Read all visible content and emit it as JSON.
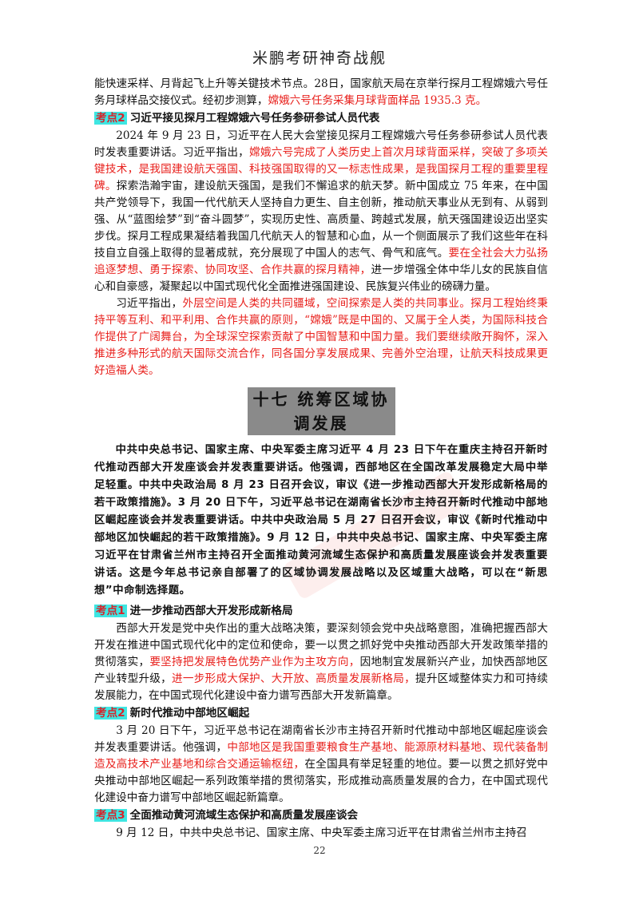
{
  "header": {
    "title": "米鹏考研神奇战舰"
  },
  "p_intro": {
    "t1": "能快速采样、月背起飞上升等关键技术节点。28日，国家航天局在京举行探月工程嫦娥六号任务月球样品交接仪式。经初步测算，",
    "r1": "嫦娥六号任务采集月球背面样品 1935.3 克。"
  },
  "kp_a": {
    "tag": "考点2",
    "title": "习近平接见探月工程嫦娥六号任务参研参试人员代表"
  },
  "p_a1": {
    "t1": "2024 年 9 月 23 日，习近平在人民大会堂接见探月工程嫦娥六号任务参研参试人员代表时发表重要讲话。习近平指出，",
    "r1": "嫦娥六号完成了人类历史上首次月球背面采样，突破了多项关键技术，是我国建设航天强国、科技强国取得的又一标志性成果，是我国探月工程的重要里程碑。",
    "t2": "探索浩瀚宇宙，建设航天强国，是我们不懈追求的航天梦。新中国成立 75 年来，在中国共产党领导下，我国一代代航天人坚持自力更生、自主创新，推动航天事业从无到有、从弱到强、从“蓝图绘梦”到“奋斗圆梦”，实现历史性、高质量、跨越式发展，航天强国建设迈出坚实步伐。探月工程成果凝结着我国几代航天人的智慧和心血，从一个侧面展示了我们这些年在科技自立自强上取得的显著成就，充分展现了中国人的志气、骨气和底气。",
    "r2": "要在全社会大力弘扬追逐梦想、勇于探索、协同攻坚、合作共赢的探月精神，",
    "t3": "进一步增强全体中华儿女的民族自信心和自豪感，凝聚起以中国式现代化全面推进强国建设、民族复兴伟业的磅礴力量。"
  },
  "p_a2": {
    "t1": "习近平指出，",
    "r1": "外层空间是人类的共同疆域，空间探索是人类的共同事业。探月工程始终秉持平等互利、和平利用、合作共赢的原则，“嫦娥”既是中国的、又属于全人类，为国际科技合作提供了广阔舞台，为全球深空探索贡献了中国智慧和中国力量。我们要继续敞开胸怀，深入推进多种形式的航天国际交流合作，同各国分享发展成果、完善外空治理，让航天科技成果更好造福人类。"
  },
  "section": {
    "heading": "十七 统筹区域协调发展"
  },
  "lead": "中共中央总书记、国家主席、中央军委主席习近平 4 月 23 日下午在重庆主持召开新时代推动西部大开发座谈会并发表重要讲话。他强调，西部地区在全国改革发展稳定大局中举足轻重。中共中央政治局 8 月 23 日召开会议，审议《进一步推动西部大开发形成新格局的若干政策措施》。3 月 20 日下午，习近平总书记在湖南省长沙市主持召开新时代推动中部地区崛起座谈会并发表重要讲话。中共中央政治局 5 月 27 日召开会议，审议《新时代推动中部地区加快崛起的若干政策措施》。9 月 12 日，中共中央总书记、国家主席、中央军委主席习近平在甘肃省兰州市主持召开全面推动黄河流域生态保护和高质量发展座谈会并发表重要讲话。这是今年总书记亲自部署了的区域协调发展战略以及区域重大战略，可以在“新思想”中命制选择题。",
  "kp_b": {
    "tag": "考点1",
    "title": "进一步推动西部大开发形成新格局"
  },
  "p_b": {
    "t1": "西部大开发是党中央作出的重大战略决策，要深刻领会党中央战略意图，准确把握西部大开发在推进中国式现代化中的定位和使命，要一以贯之抓好党中央推动西部大开发政策举措的贯彻落实，",
    "r1": "要坚持把发展特色优势产业作为主攻方向，",
    "t2": "因地制宜发展新兴产业，加快西部地区产业转型升级，",
    "r2": "进一步形成大保护、大开放、高质量发展新格局，",
    "t3": "提升区域整体实力和可持续发展能力，在中国式现代化建设中奋力谱写西部大开发新篇章。"
  },
  "kp_c": {
    "tag": "考点2",
    "title": "新时代推动中部地区崛起"
  },
  "p_c": {
    "t1": "3 月 20 日下午，习近平总书记在湖南省长沙市主持召开新时代推动中部地区崛起座谈会并发表重要讲话。他强调，",
    "r1": "中部地区是我国重要粮食生产基地、能源原材料基地、现代装备制造及高技术产业基地和综合交通运输枢纽，",
    "t2": "在全国具有举足轻重的地位。要一以贯之抓好党中央推动中部地区崛起一系列政策举措的贯彻落实，形成推动高质量发展的合力，在中国式现代化建设中奋力谱写中部地区崛起新篇章。"
  },
  "kp_d": {
    "tag": "考点3",
    "title": "全面推动黄河流域生态保护和高质量发展座谈会"
  },
  "p_d": {
    "t1": "9 月 12 日，中共中央总书记、国家主席、中央军委主席习近平在甘肃省兰州市主持召"
  },
  "footer": {
    "page_number": "22"
  },
  "colors": {
    "highlight": "#3ee6e2",
    "emphasis": "#e8201c",
    "heading_bg": "#8a8a8a"
  }
}
